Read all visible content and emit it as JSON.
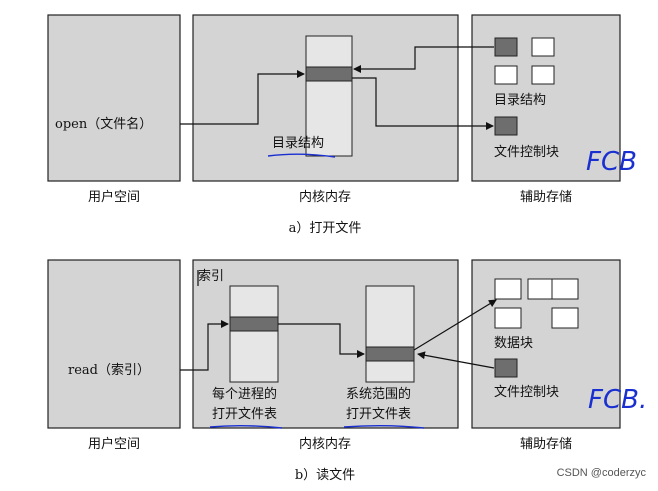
{
  "part_a": {
    "caption": "a）打开文件",
    "region_user": "用户空间",
    "region_kernel": "内核内存",
    "region_storage": "辅助存储",
    "call_label": "open（文件名）",
    "kernel_struct_label": "目录结构",
    "storage_dir_label": "目录结构",
    "storage_fcb_label": "文件控制块",
    "handwritten_note": "FCB"
  },
  "part_b": {
    "caption": "b）读文件",
    "region_user": "用户空间",
    "region_kernel": "内核内存",
    "region_storage": "辅助存储",
    "call_label": "read（索引）",
    "index_label": "索引",
    "per_process_table_line1": "每个进程的",
    "per_process_table_line2": "打开文件表",
    "system_table_line1": "系统范围的",
    "system_table_line2": "打开文件表",
    "storage_data_label": "数据块",
    "storage_fcb_label": "文件控制块",
    "handwritten_note": "FCB."
  },
  "watermark": "CSDN @coderzyc",
  "colors": {
    "panel_gray": "#d4d4d4",
    "block_dark": "#6e6e6e",
    "annotation_blue": "#1a2fd0"
  }
}
